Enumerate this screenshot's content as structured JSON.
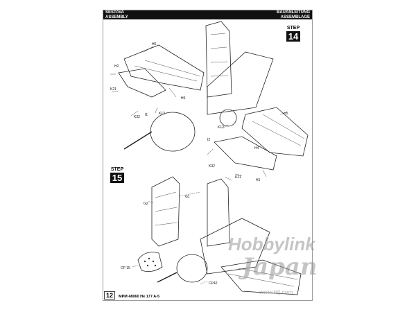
{
  "header": {
    "left_line1": "SESTAVA",
    "left_line2": "ASSEMBLY",
    "right_line1": "BAUANLEITUNG",
    "right_line2": "ASSEMBLAGE"
  },
  "steps": [
    {
      "word": "STEP",
      "number": "14"
    },
    {
      "word": "STEP",
      "number": "15"
    }
  ],
  "part_labels": {
    "h5a": "H5",
    "h2": "H2",
    "k21a": "K21",
    "h6": "H6",
    "k12a": "K12",
    "i1": "I1",
    "k32a": "K32",
    "h5b": "H5",
    "k12b": "K12",
    "i2": "I2",
    "h4": "H4",
    "k32b": "K32",
    "k21b": "K21",
    "h1": "H1",
    "g1": "G1",
    "g2": "G2",
    "cp15": "CP 15",
    "cp42": "CP42"
  },
  "footer": {
    "page_number": "12",
    "kit": "MPM 48060  He 177 A-5"
  },
  "watermark": {
    "brand": "Hobbylink",
    "sub": "Japan",
    "url": "www.hlj.com"
  }
}
